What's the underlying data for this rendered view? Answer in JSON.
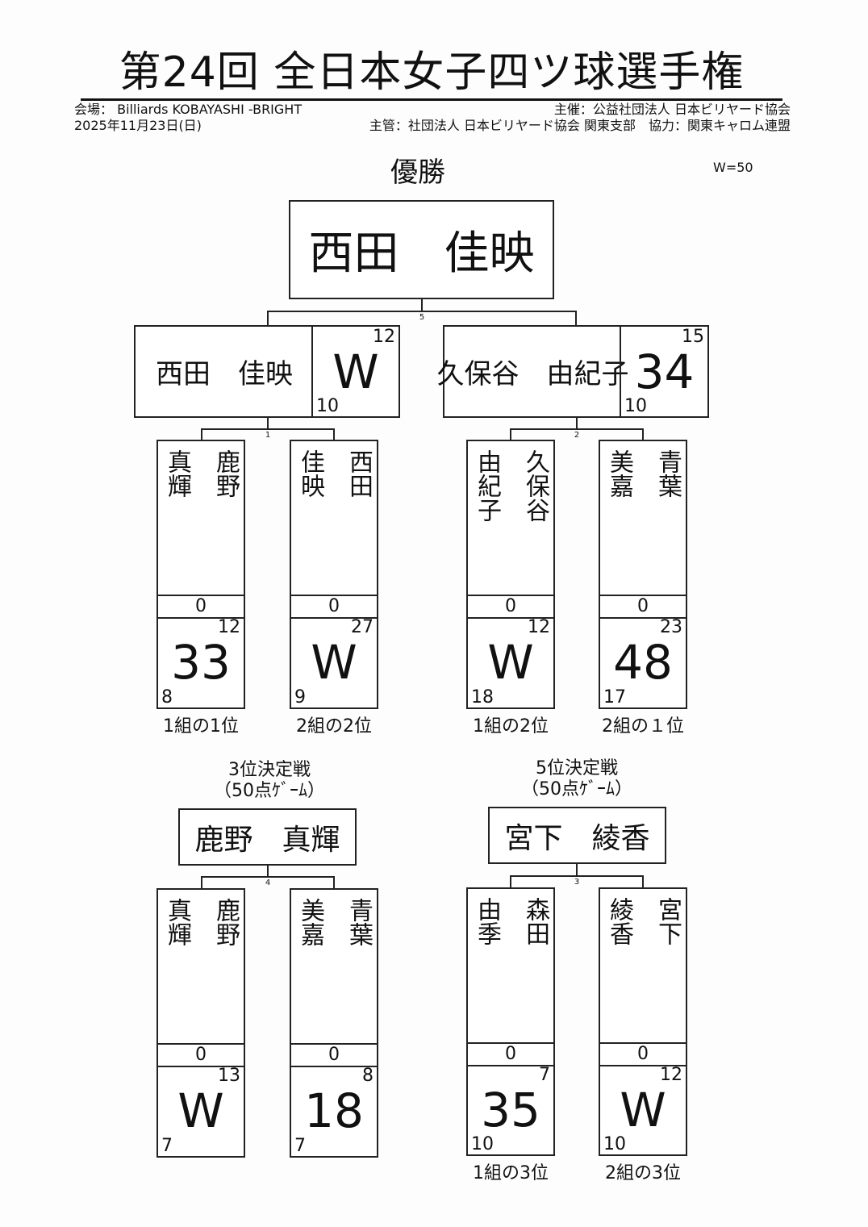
{
  "header": {
    "title": "第24回 全日本女子四ツ球選手権",
    "venue": "会場： Billiards KOBAYASHI -BRIGHT",
    "date": "2025年11月23日(日)",
    "organizer": "主催：公益社団法人 日本ビリヤード協会",
    "management": "主管：社団法人 日本ビリヤード協会 関東支部　協力：関東キャロム連盟"
  },
  "champion": {
    "label": "優勝",
    "handicap_note": "W=50",
    "name": "西田　佳映",
    "match_no": "5"
  },
  "semis": [
    {
      "name": "西田　佳映",
      "score": "W",
      "top": "12",
      "bottom": "10",
      "match_no": "1"
    },
    {
      "name": "久保谷　由紀子",
      "score": "34",
      "top": "15",
      "bottom": "10",
      "match_no": "2"
    }
  ],
  "round1": [
    {
      "name": "鹿野\n\n真輝",
      "zero": "0",
      "score": "33",
      "top": "12",
      "bottom": "8",
      "label": "1組の1位"
    },
    {
      "name": "西田\n\n佳映",
      "zero": "0",
      "score": "W",
      "top": "27",
      "bottom": "9",
      "label": "2組の2位"
    },
    {
      "name": "久保谷\n\n由紀子",
      "zero": "0",
      "score": "W",
      "top": "12",
      "bottom": "18",
      "label": "1組の2位"
    },
    {
      "name": "青葉\n\n美嘉",
      "zero": "0",
      "score": "48",
      "top": "23",
      "bottom": "17",
      "label": "2組の１位"
    }
  ],
  "third": {
    "title": "3位決定戦",
    "format": "（50点ｹﾞｰﾑ）",
    "winner": "鹿野　真輝",
    "match_no": "4",
    "players": [
      {
        "name": "鹿野\n\n真輝",
        "zero": "0",
        "score": "W",
        "top": "13",
        "bottom": "7"
      },
      {
        "name": "青葉\n\n美嘉",
        "zero": "0",
        "score": "18",
        "top": "8",
        "bottom": "7"
      }
    ]
  },
  "fifth": {
    "title": "5位決定戦",
    "format": "（50点ｹﾞｰﾑ）",
    "winner": "宮下　綾香",
    "match_no": "3",
    "players": [
      {
        "name": "森田\n\n由季",
        "zero": "0",
        "score": "35",
        "top": "7",
        "bottom": "10",
        "label": "1組の3位"
      },
      {
        "name": "宮下\n\n綾香",
        "zero": "0",
        "score": "W",
        "top": "12",
        "bottom": "10",
        "label": "2組の3位"
      }
    ]
  }
}
